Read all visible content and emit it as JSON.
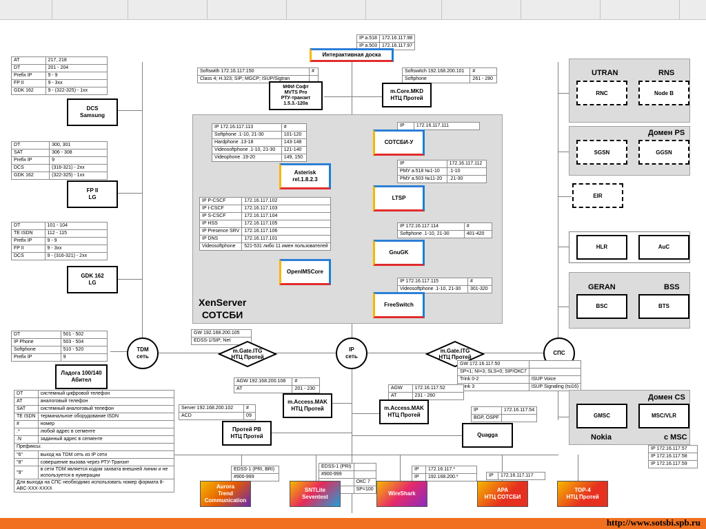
{
  "url": "http://www.sotsbi.spb.ru",
  "center": {
    "xenserver": "XenServer",
    "sotsbi": "СОТСБИ",
    "interactive_board": "Интерактивная доска",
    "ip_board": [
      [
        "IP a.518",
        "172.16.117.98"
      ],
      [
        "IP a.503",
        "172.16.117.97"
      ]
    ]
  },
  "left_groups": [
    {
      "rows": [
        [
          "AT",
          "217, 218"
        ],
        [
          "DT",
          "201 - 204"
        ],
        [
          "Prefix IP",
          "9 - 9"
        ],
        [
          "FP II",
          "9 - 3xx"
        ],
        [
          "GDK 162",
          "9 - (322-325) - 1xx"
        ]
      ],
      "box": [
        "DCS",
        "Samsung"
      ]
    },
    {
      "rows": [
        [
          "DT",
          "300, 301"
        ],
        [
          "SAT",
          "306 - 308"
        ],
        [
          "Prefix IP",
          "9"
        ],
        [
          "DCS",
          "(316-321) - 2xx"
        ],
        [
          "GDK 162",
          "(322-325) - 1xx"
        ]
      ],
      "box": [
        "FP II",
        "LG"
      ]
    },
    {
      "rows": [
        [
          "DT",
          "101 - 104"
        ],
        [
          "TE ISDN",
          "112 - 115"
        ],
        [
          "Prefix IP",
          "9 - 9"
        ],
        [
          "FP II",
          "9 - 3xx"
        ],
        [
          "DCS",
          "9 - (316-321) - 2xx"
        ]
      ],
      "box": [
        "GDK 162",
        "LG"
      ]
    },
    {
      "rows": [
        [
          "DT",
          "501 - 502"
        ],
        [
          "IP Phone",
          "503 - 504"
        ],
        [
          "Softphone",
          "510 - 520"
        ],
        [
          "Prefix IP",
          "9"
        ]
      ],
      "box": [
        "Ладога 100/140",
        "Абител"
      ]
    }
  ],
  "legend": {
    "rows": [
      [
        "DT",
        "системный цифровой телефон"
      ],
      [
        "AT",
        "аналоговый телефон"
      ],
      [
        "SAT",
        "системный аналоговый телефон"
      ],
      [
        "TE ISDN",
        "терминальное оборудование ISDN"
      ],
      [
        "#",
        "номер"
      ],
      [
        ".*",
        "любой адрес в сегменте"
      ],
      [
        ".N",
        "заданный адрес в сегменте"
      ]
    ],
    "prefixes_title": "Префиксы:",
    "prefix_rows": [
      [
        "\"6\"",
        "выход на TDM сеть из IP сети"
      ],
      [
        "\"8\"",
        "совершение вызова через РТУ-Транзит"
      ],
      [
        "\"9\"",
        "в сети TDM является кодом захвата внешней линии и не используется в нумерации"
      ]
    ],
    "note": "Для выхода на СПС необходимо использовать номер формата 8-ABC-XXX-XXXX"
  },
  "softswitch_left": {
    "rows": [
      [
        "Softswith   172.16.117.150",
        "#"
      ],
      [
        "Class 4; H.323; SIP; MGCP; ISUP/Sigtran",
        ""
      ]
    ],
    "box": [
      "МФИ Софт",
      "MVTS Pro",
      "РТУ-транзит",
      "1.5.3.-120a"
    ]
  },
  "softswitch_right": {
    "rows": [
      [
        "Softswitch 192.168.200.101",
        "#"
      ],
      [
        "Softphone",
        "261 - 280"
      ]
    ],
    "box": [
      "m.Core.MKD",
      "НТЦ Протей"
    ]
  },
  "asterisk": {
    "rows": [
      [
        "IP   172.16.117.113",
        "#"
      ],
      [
        "Softphone   .1-10, 21-30",
        "101-120"
      ],
      [
        "Hardphone   .13-18",
        "143-148"
      ],
      [
        "Videosoftphone   .1-10, 21-30",
        "121-140"
      ],
      [
        "Videophone   .19-20",
        "149, 150"
      ]
    ],
    "box": [
      "Asterisk",
      "rel.1.8.2.3"
    ]
  },
  "openims": {
    "rows": [
      [
        "IP P-CSCF",
        "172.16.117.102"
      ],
      [
        "IP I-CSCF",
        "172.16.117.103"
      ],
      [
        "IP S-CSCF",
        "172.16.117.104"
      ],
      [
        "IP HSS",
        "172.16.117.105"
      ],
      [
        "IP Presence SRV",
        "172.16.117.106"
      ],
      [
        "IP DNS",
        "172.16.117.101"
      ],
      [
        "Videosoftphone",
        "521-531 либо 11 имен пользователей"
      ]
    ],
    "box": "OpenIMSCore"
  },
  "sotsbi_u": {
    "rows": [
      [
        "IP",
        "172.16.117.111"
      ]
    ],
    "box": "СОТСБИ-У"
  },
  "ltsp": {
    "rows": [
      [
        "IP",
        "172.16.117.112"
      ],
      [
        "РМУ а.518   №1-10",
        "  .1-10"
      ],
      [
        "РМУ а.503   №11-20",
        "  .21-30"
      ]
    ],
    "box": "LTSP"
  },
  "gnugk": {
    "rows": [
      [
        "IP   172.16.117.114",
        "#"
      ],
      [
        "Softphone   .1-10, 21-30",
        "401-420"
      ]
    ],
    "box": "GnuGK"
  },
  "freeswitch": {
    "rows": [
      [
        "IP   172.16.117.115",
        "#"
      ],
      [
        "Videosoftphone .1-10, 21-30",
        "301-320"
      ]
    ],
    "box": "FreeSwitch"
  },
  "networks": {
    "tdm": [
      "TDM",
      "сеть"
    ],
    "ip": [
      "IP",
      "сеть"
    ],
    "sps": "СПС"
  },
  "gw_left": {
    "rows": [
      [
        "GW 192.168.200.105"
      ],
      [
        "EDSS-1/SIP; Net"
      ]
    ],
    "box": [
      "m.Gate.ITG",
      "НТЦ Протей"
    ]
  },
  "gw_right": {
    "rows": [
      [
        "GW        172.16.117.50",
        ""
      ],
      [
        "SP=1; NI=3; SLS=0; SIP/ОКС7",
        ""
      ],
      [
        "Trink   0-2",
        "ISUP Voice"
      ],
      [
        "Trink   3",
        "ISUP Signaling (tsi16)"
      ]
    ],
    "box": [
      "m.Gate.ITG",
      "НТЦ Протей"
    ]
  },
  "access_left": {
    "rows": [
      [
        "AGW 192.168.200.108",
        "#"
      ],
      [
        "AT",
        "201 - 230"
      ]
    ],
    "box": [
      "m.Access.MAK",
      "НТЦ Протей"
    ]
  },
  "access_right": {
    "rows": [
      [
        "AGW",
        "172.16.117.52"
      ],
      [
        "AT",
        "231 - 260"
      ]
    ],
    "box": [
      "m.Access.MAK",
      "НТЦ Протей"
    ]
  },
  "proteus_rv": {
    "rows": [
      [
        "Server   192.168.200.102",
        "#"
      ],
      [
        "ACD",
        "09"
      ]
    ],
    "box": [
      "Протей РВ",
      "НТЦ Протей"
    ]
  },
  "quagga": {
    "rows": [
      [
        "IP",
        "172.16.117.54"
      ],
      [
        "BGP, OSPF",
        ""
      ]
    ],
    "box": "Quagga"
  },
  "bottom": {
    "aurora": {
      "rows": [
        [
          "EDSS-1 (PRI, BRI)"
        ],
        [
          "#900-999"
        ]
      ],
      "label": [
        "Aurora",
        "Trend",
        "Communication"
      ]
    },
    "sntlite": {
      "rows": [
        [
          "EDSS-1 (PRI)",
          ""
        ],
        [
          "#900-999",
          ""
        ],
        [
          "",
          "ОКС 7"
        ],
        [
          "",
          "SP=100"
        ]
      ],
      "label": [
        "SNTLite",
        "Seventest"
      ]
    },
    "wireshark": {
      "rows": [
        [
          "IP",
          "172.16.117.*"
        ],
        [
          "IP",
          "192.168.200.*"
        ]
      ],
      "label": "WireShark"
    },
    "apa": {
      "rows": [
        [
          "IP",
          "172.16.117.117"
        ]
      ],
      "label": [
        "АРА",
        "НТЦ СОТСБИ"
      ]
    },
    "top4": {
      "label": [
        "ТОР-4",
        "НТЦ Протей"
      ]
    }
  },
  "right": {
    "utran": "UTRAN",
    "rns": "RNS",
    "rnc": "RNC",
    "nodeb": "Node B",
    "ps_domain": "Домен PS",
    "sgsn": "SGSN",
    "ggsn": "GGSN",
    "eir": "EIR",
    "hlr": "HLR",
    "auc": "AuC",
    "geran": "GERAN",
    "bss": "BSS",
    "bsc": "BSC",
    "bts": "BTS",
    "cs_domain": "Домен CS",
    "gmsc": "GMSC",
    "msc_vlr": "MSC/VLR",
    "nokia": "Nokia",
    "with_msc": "с MSC",
    "ips": [
      [
        "IP 172.16.117.57"
      ],
      [
        "IP 172.16.117.58"
      ],
      [
        "IP 172.16.117.59"
      ]
    ]
  }
}
